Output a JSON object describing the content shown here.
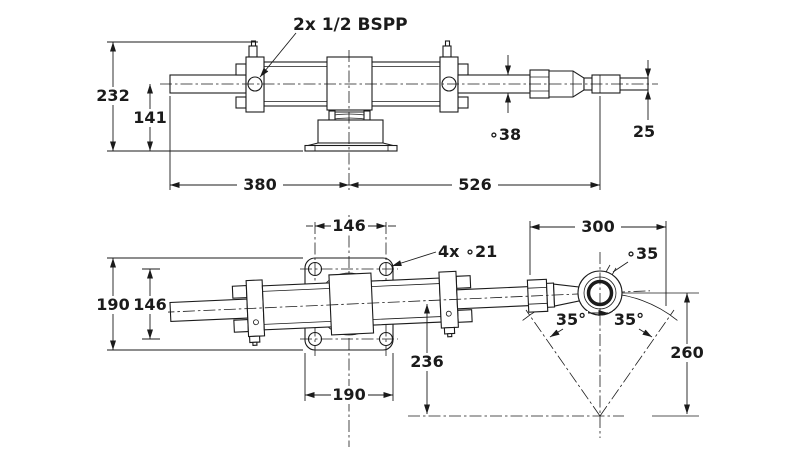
{
  "drawing": {
    "colors": {
      "line": "#1b1b1b",
      "background": "#ffffff"
    },
    "side_view": {
      "ports_label": "2x 1/2 BSPP",
      "dims": {
        "overall_height": "232",
        "axis_height": "141",
        "rear_length": "380",
        "front_length": "526",
        "rod_diameter": "∘38",
        "tip_diameter": "25"
      }
    },
    "plan_view": {
      "holes_label": "4x ∘21",
      "rod_eye_label": "∘35",
      "dims": {
        "flange_height": "190",
        "hole_spacing_vertical": "146",
        "hole_spacing_horizontal": "146",
        "flange_width": "190",
        "eye_travel": "300",
        "swing_angle_left": "35°",
        "swing_angle_right": "35°",
        "swing_height": "260",
        "axis_to_pivot": "236"
      }
    }
  }
}
